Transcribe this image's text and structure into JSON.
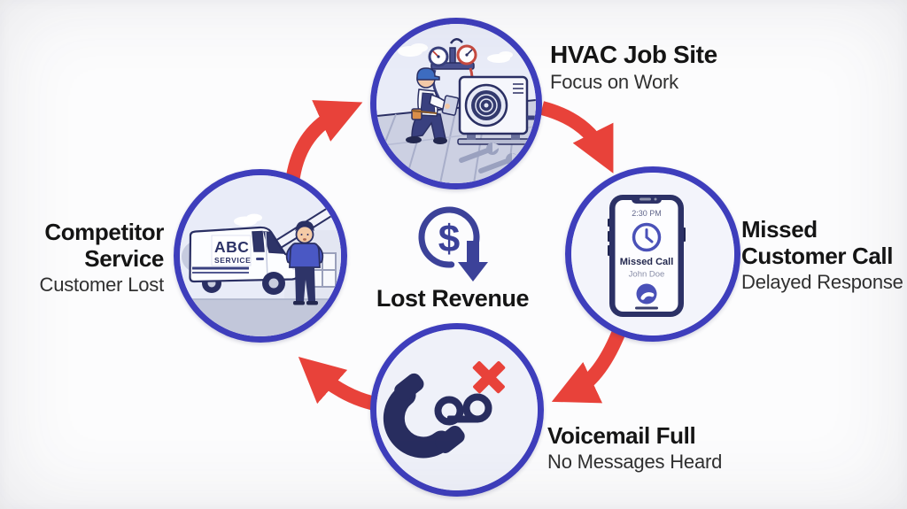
{
  "diagram": {
    "center": {
      "currency_symbol": "$",
      "label": "Lost Revenue"
    },
    "nodes": {
      "hvac": {
        "title": "HVAC Job Site",
        "subtitle": "Focus on Work"
      },
      "missed_call": {
        "title_lines": [
          "Missed",
          "Customer Call"
        ],
        "subtitle": "Delayed Response"
      },
      "voicemail": {
        "title": "Voicemail Full",
        "subtitle": "No Messages Heard"
      },
      "competitor": {
        "title_lines": [
          "Competitor",
          "Service"
        ],
        "subtitle": "Customer Lost"
      }
    },
    "phone": {
      "time": "2:30 PM",
      "status": "Missed Call",
      "caller": "John Doe"
    },
    "van": {
      "brand": "ABC",
      "brand_sub": "SERVICE"
    },
    "colors": {
      "ring_blue": "#3e3ebc",
      "arrow_red": "#e8423a",
      "navy": "#2a2f63",
      "accent_blue": "#4a51b8",
      "emblem_blue": "#3c4299",
      "title_black": "#151515"
    }
  }
}
